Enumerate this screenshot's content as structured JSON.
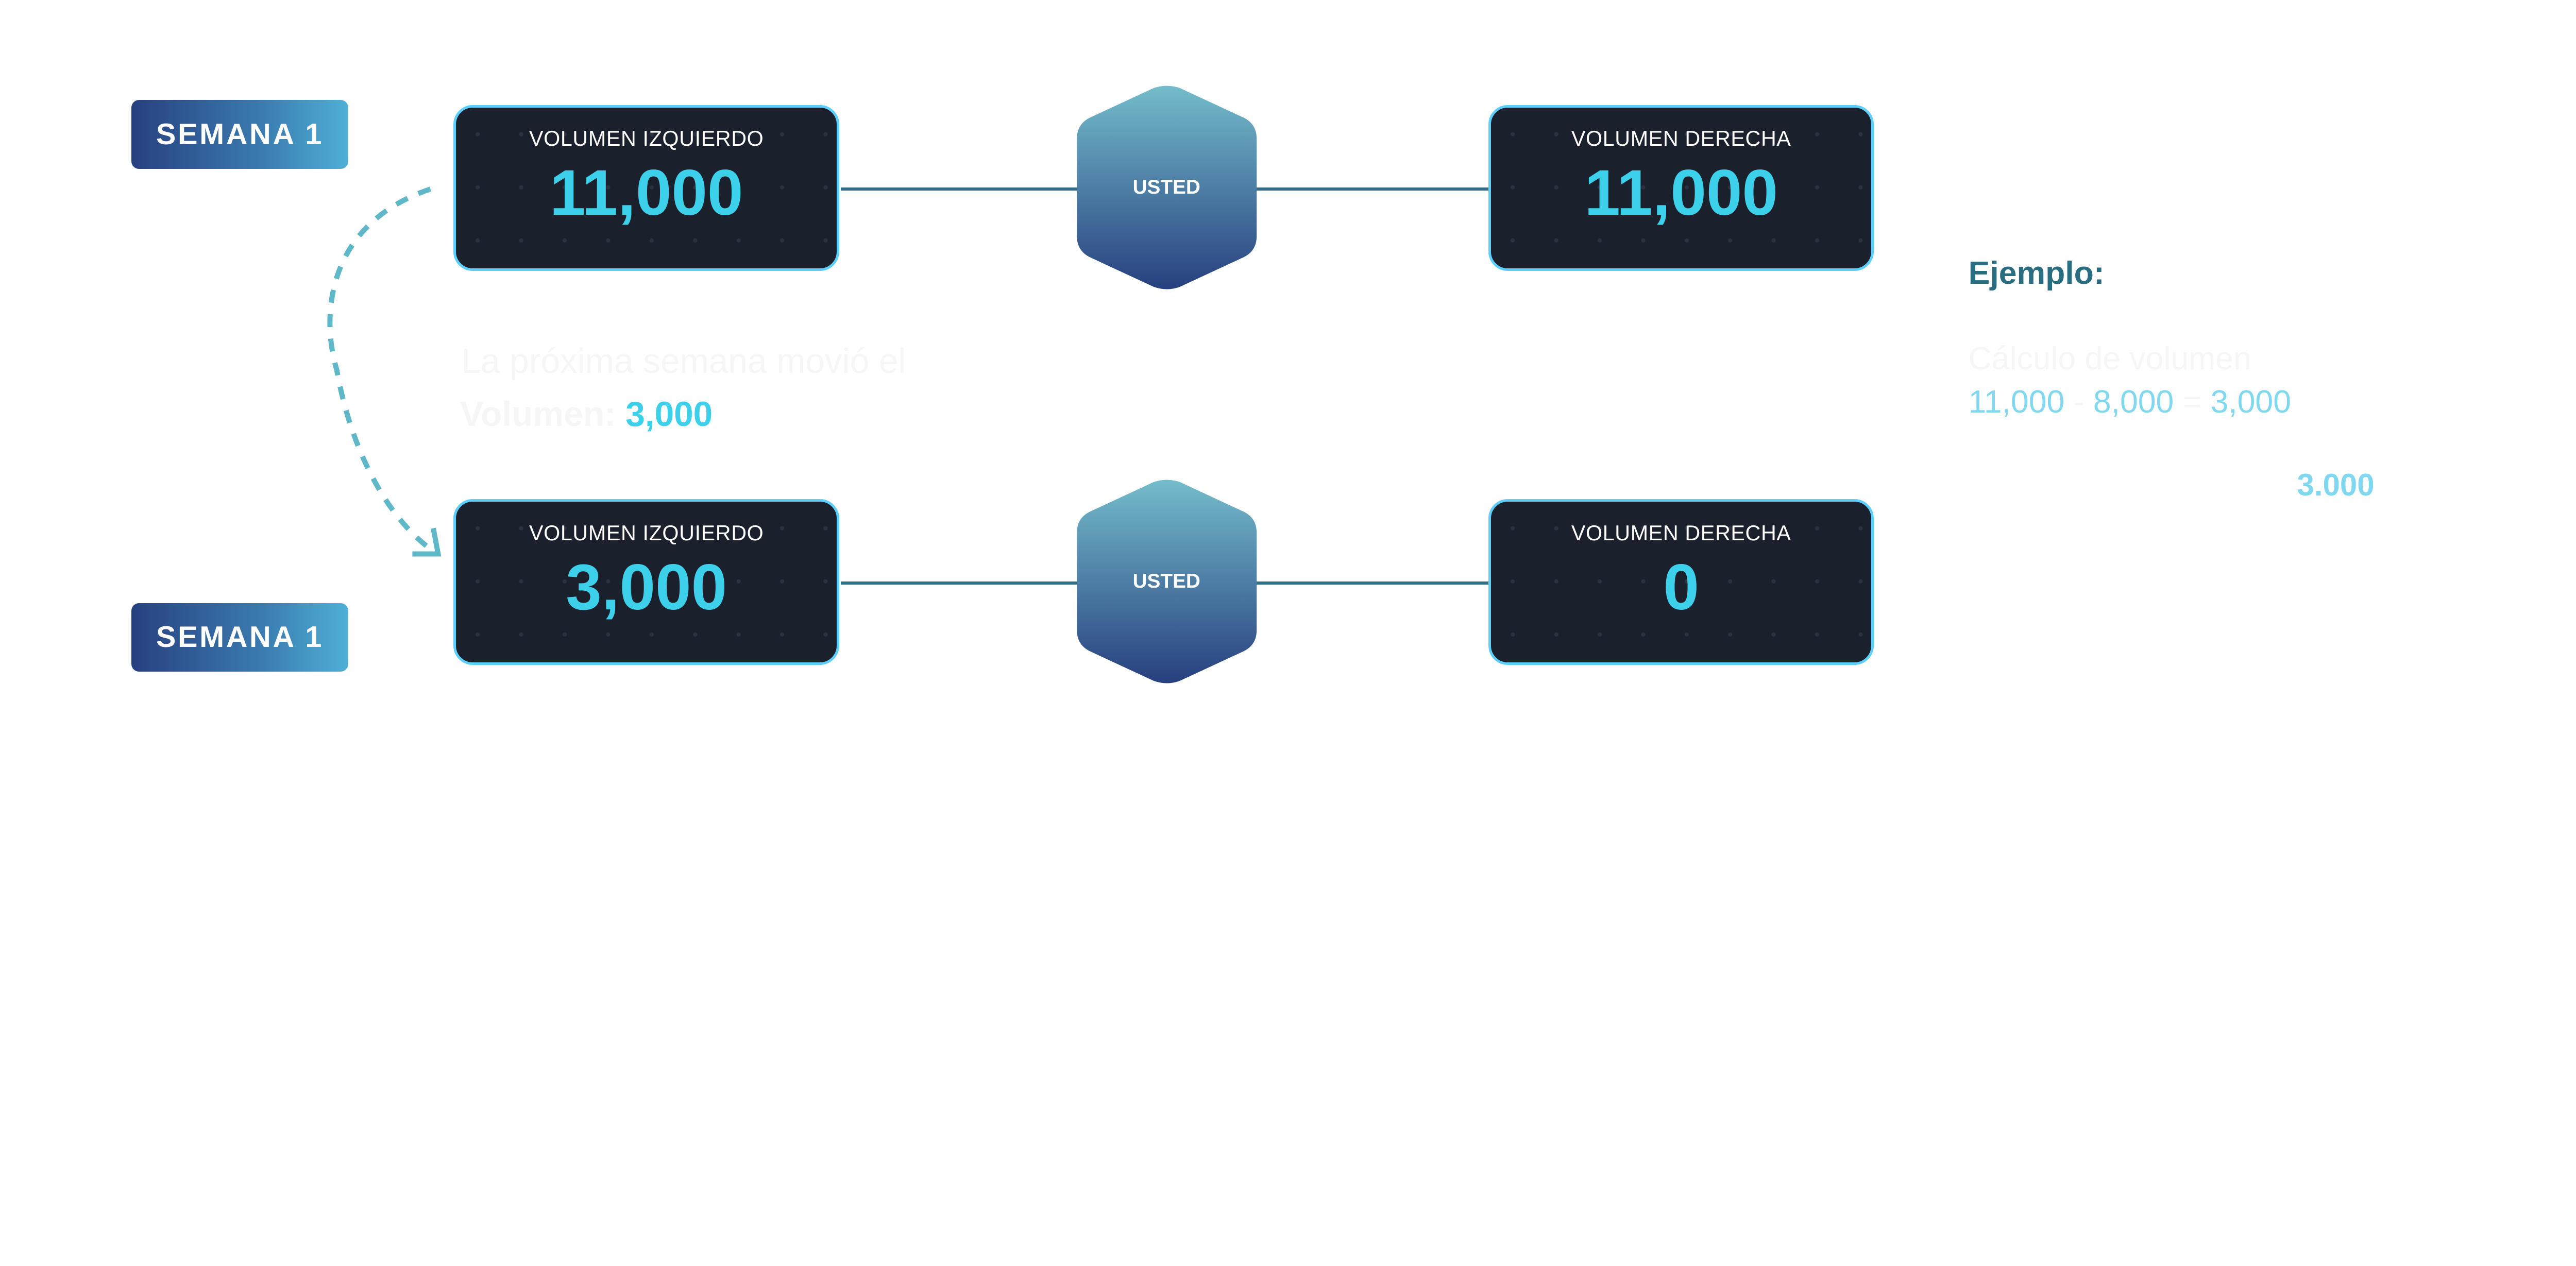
{
  "colors": {
    "card_bg": "#1a202c",
    "card_border": "#5ccfff",
    "value": "#3dd0ea",
    "connector": "#2f6f8a",
    "hex_top": "#74bccb",
    "hex_bottom": "#27407f",
    "example_heading": "#286e80",
    "example_values": "#7fd8f0",
    "arrow": "#5fb8c8"
  },
  "rows": [
    {
      "week_label": "SEMANA 1",
      "left": {
        "label": "VOLUMEN IZQUIERDO",
        "value": "11,000"
      },
      "center": "USTED",
      "right": {
        "label": "VOLUMEN DERECHA",
        "value": "11,000"
      }
    },
    {
      "week_label": "SEMANA 1",
      "left": {
        "label": "VOLUMEN IZQUIERDO",
        "value": "3,000"
      },
      "center": "USTED",
      "right": {
        "label": "VOLUMEN DERECHA",
        "value": "0"
      }
    }
  ],
  "note": {
    "line1": "La próxima semana movió el",
    "volume_label": "Volumen:",
    "volume_value": "3,000"
  },
  "example": {
    "heading": "Ejemplo:",
    "subtitle": "Cálculo de volumen",
    "a": "11,000",
    "op": "-",
    "b": "8,000",
    "eq": "=",
    "result": "3,000",
    "final": "3.000"
  },
  "arrow_icon": "dashed-curved-arrow-icon"
}
